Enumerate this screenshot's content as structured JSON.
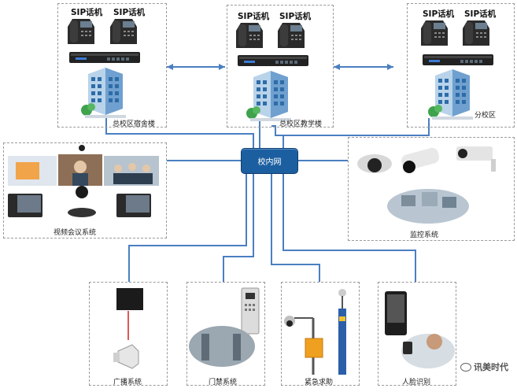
{
  "sip_label": "SIP话机",
  "hub_label": "校内网",
  "buildings": [
    {
      "label": "总校区宿舍楼"
    },
    {
      "label": "总校区教学楼"
    },
    {
      "label": "分校区"
    }
  ],
  "video_conf_label": "视频会议系统",
  "monitor_label": "监控系统",
  "bottom_systems": [
    {
      "label": "广播系统"
    },
    {
      "label": "门禁系统"
    },
    {
      "label": "紧急求助"
    },
    {
      "label": "人脸识别"
    }
  ],
  "watermark": "讯美时代",
  "colors": {
    "link": "#4a7fc1",
    "hub": "#1c5fa0"
  }
}
